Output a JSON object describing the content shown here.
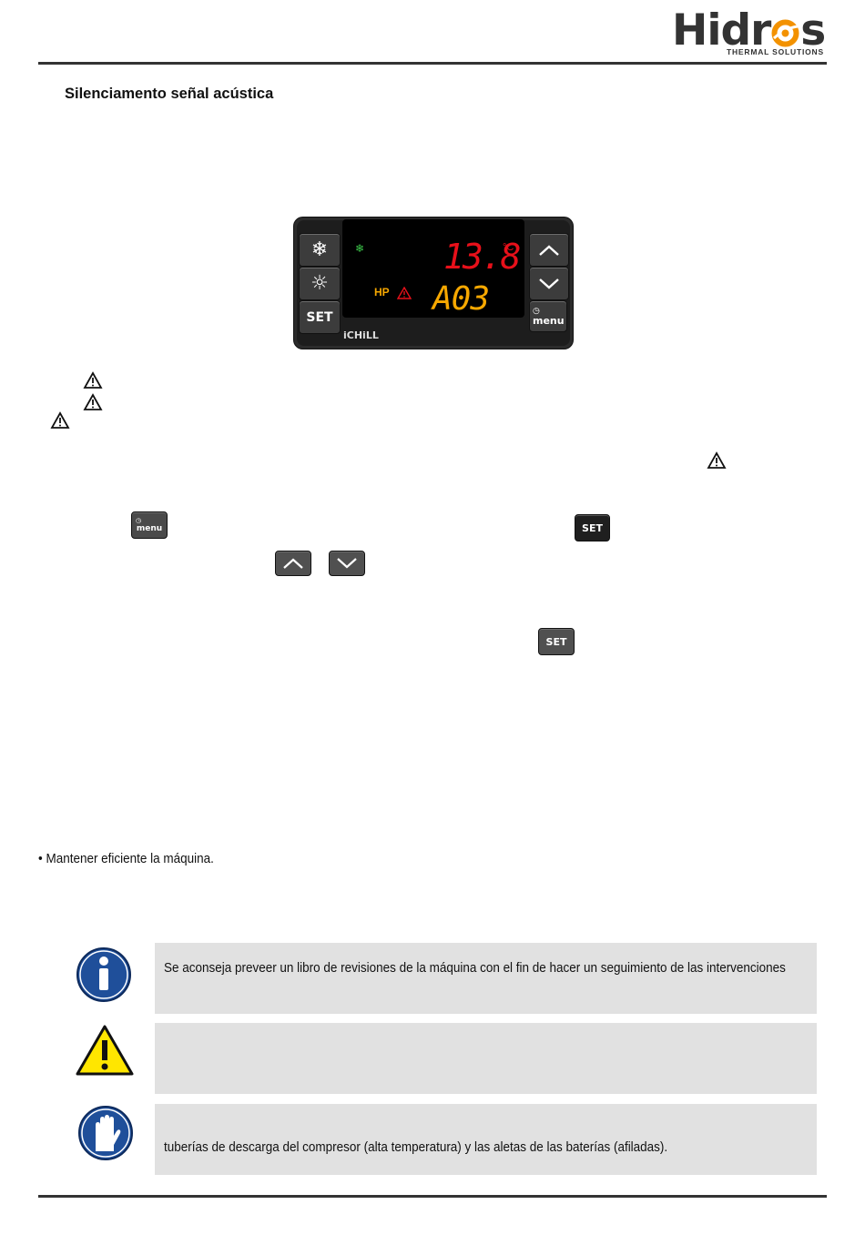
{
  "header": {
    "logo_prefix": "Hidr",
    "logo_suffix": "s",
    "logo_subtitle": "THERMAL SOLUTIONS"
  },
  "section_title": "Silenciamento señal acústica",
  "controller": {
    "brand": "iCHiLL",
    "temperature": "13.8",
    "unit": "°C",
    "alarm_code": "A03",
    "hp_label": "HP",
    "set_label": "SET",
    "menu_label": "menu"
  },
  "inline_buttons": {
    "menu_label": "menu",
    "set_label": "SET"
  },
  "bullet_text": "• Mantener eficiente la máquina.",
  "notes": [
    {
      "icon": "info-icon",
      "text": "Se aconseja preveer un libro de revisiones de la máquina con el fin de hacer un seguimiento de las intervenciones"
    },
    {
      "icon": "warning-icon",
      "text": ""
    },
    {
      "icon": "gloves-icon",
      "text": "tuberías de descarga del compresor (alta temperatura) y las aletas de las baterías (afiladas)."
    }
  ],
  "colors": {
    "accent_orange": "#f39200",
    "display_red": "#e8101a",
    "display_amber": "#f7a800",
    "info_blue": "#1f4f9a",
    "warning_yellow": "#ffe600"
  }
}
